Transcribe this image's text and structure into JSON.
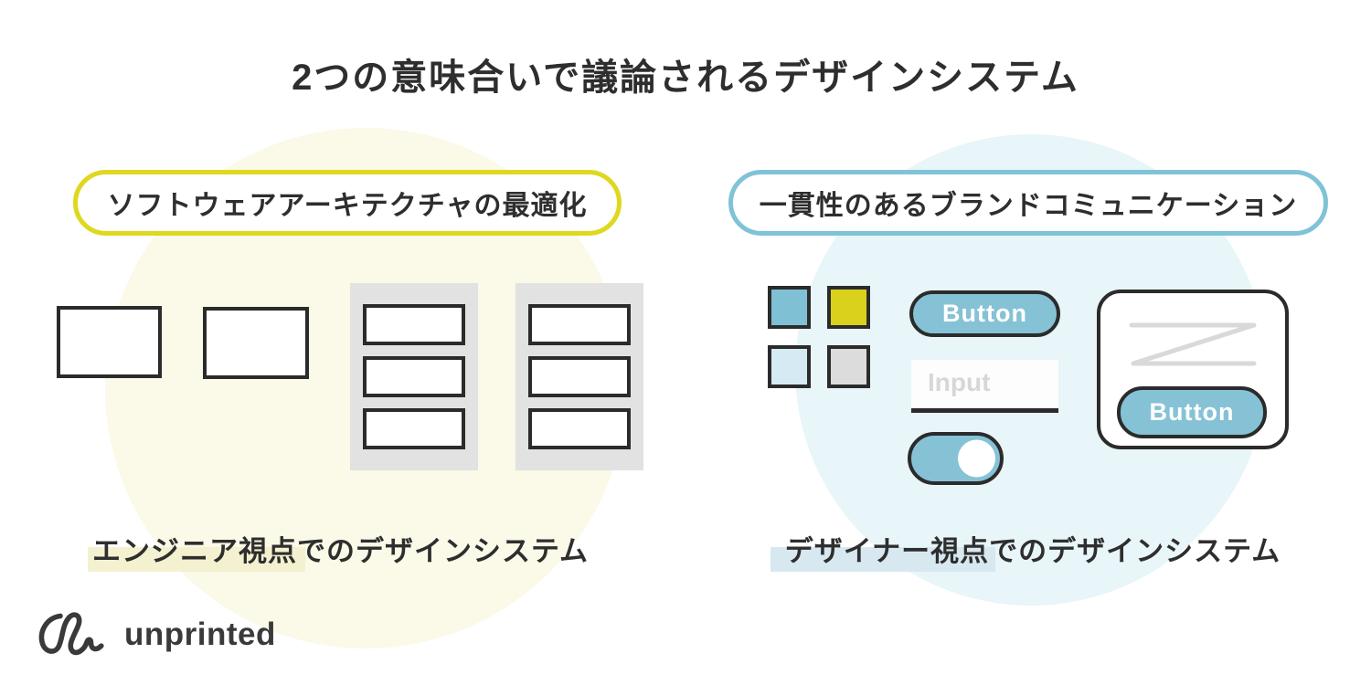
{
  "title": "2つの意味合いで議論されるデザインシステム",
  "colors": {
    "ink": "#2e2e2e",
    "yellow_accent": "#ded81f",
    "teal_accent": "#7fc3d7",
    "component_teal": "#86c2d5",
    "pale_yellow_circle": "#fbf9e7",
    "pale_blue_circle": "#e8f5f9",
    "highlight_yellow": "#f4f1d0",
    "highlight_blue": "#d7e8f0",
    "panel_gray": "#e2e2e2",
    "zigzag_gray": "#d9d9d9"
  },
  "left_section": {
    "badge": "ソフトウェアアーキテクチャの最適化",
    "caption": "エンジニア視点でのデザインシステム"
  },
  "right_section": {
    "badge": "一貫性のあるブランドコミュニケーション",
    "caption": "デザイナー視点でのデザインシステム",
    "button_label": "Button",
    "card_button_label": "Button",
    "input_placeholder": "Input",
    "swatches": [
      "#7fc0d4",
      "#d9d11b",
      "#d5eaf3",
      "#dcdcdc"
    ]
  },
  "logo": {
    "text": "unprinted"
  }
}
